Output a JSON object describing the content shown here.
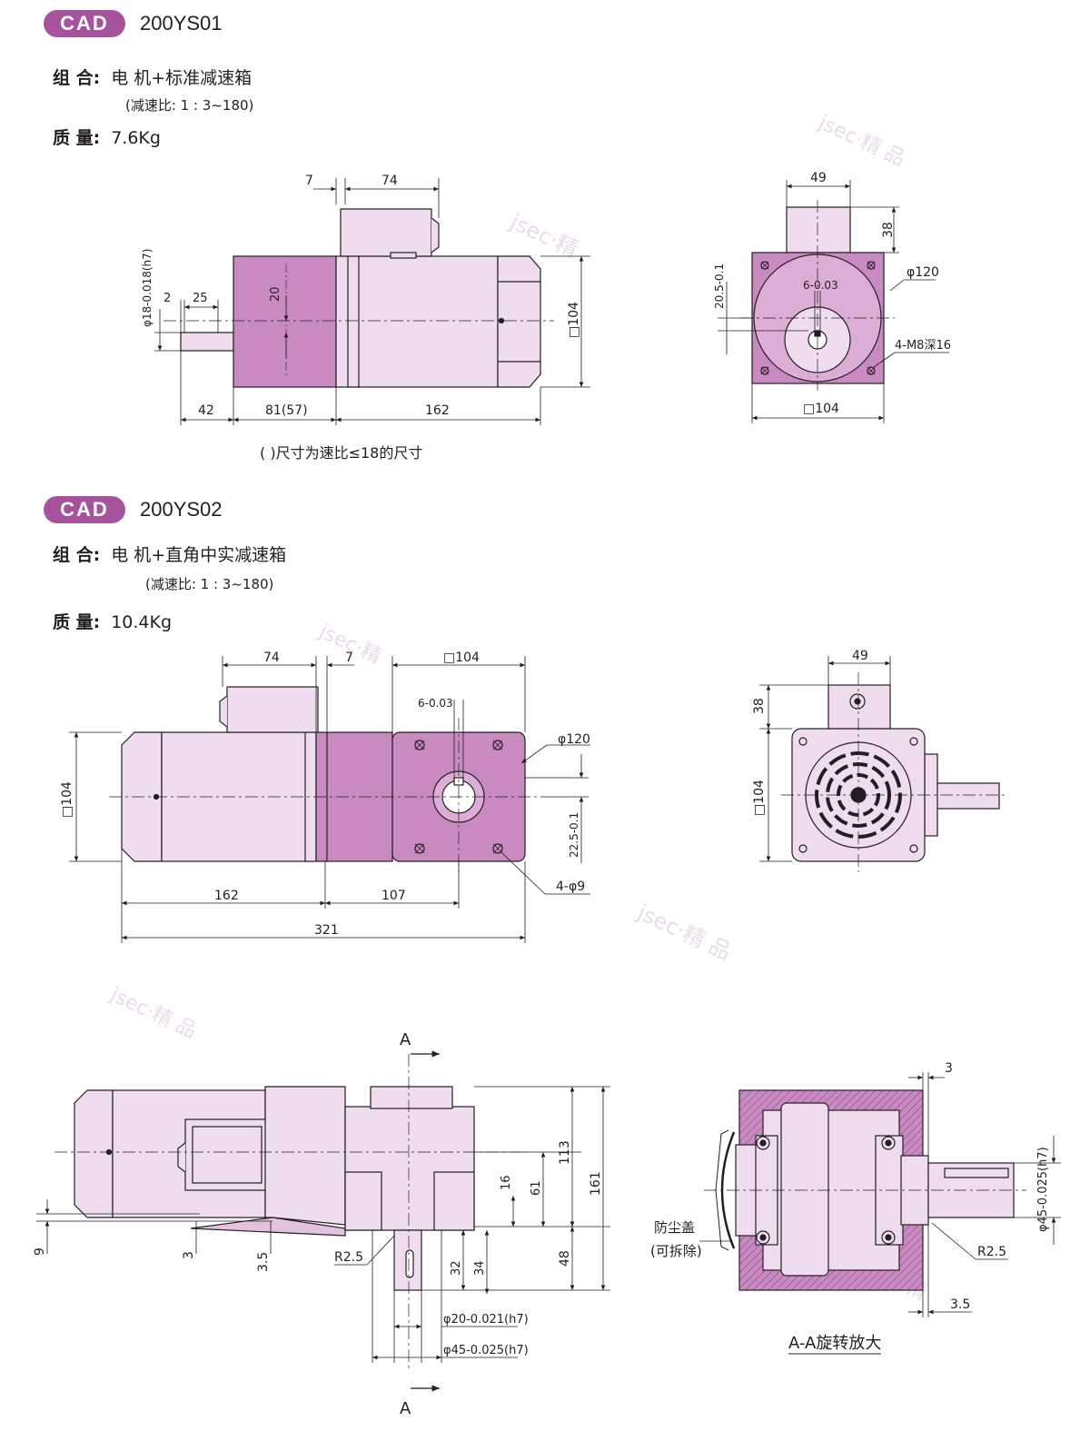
{
  "models": [
    {
      "badge": "CAD",
      "model": "200YS01",
      "combo_label": "组 合:",
      "combo_value": "电 机+标准减速箱",
      "ratio": "(减速比: 1 : 3~180)",
      "mass_label": "质 量:",
      "mass_value": "7.6Kg"
    },
    {
      "badge": "CAD",
      "model": "200YS02",
      "combo_label": "组 合:",
      "combo_value": "电 机+直角中实减速箱",
      "ratio": "(减速比: 1 : 3~180)",
      "mass_label": "质 量:",
      "mass_value": "10.4Kg"
    }
  ],
  "drawing1": {
    "side": {
      "d_top_7": "7",
      "d_top_74": "74",
      "d_shaft_dia": "φ18-0.018(h7)",
      "d_2": "2",
      "d_25": "25",
      "d_20": "20",
      "d_104": "□104",
      "d_42": "42",
      "d_81_57": "81(57)",
      "d_162": "162"
    },
    "note": "( )尺寸为速比≤18的尺寸",
    "front": {
      "d_49": "49",
      "d_38": "38",
      "d_120": "φ120",
      "d_6": "6-0.03",
      "d_20_5": "20.5-0.1",
      "d_holes": "4-M8深16",
      "d_104": "□104"
    }
  },
  "drawing2": {
    "side": {
      "d_74": "74",
      "d_7": "7",
      "d_104_top": "□104",
      "d_6": "6-0.03",
      "d_120": "φ120",
      "d_104_left": "□104",
      "d_22_5": "22.5-0.1",
      "d_holes": "4-φ9",
      "d_162": "162",
      "d_107": "107",
      "d_321": "321"
    },
    "end": {
      "d_49": "49",
      "d_38": "38",
      "d_104": "□104"
    }
  },
  "drawing3": {
    "section_marker_top": "A",
    "section_marker_bottom": "A",
    "side": {
      "d_113": "113",
      "d_161": "161",
      "d_16": "16",
      "d_61": "61",
      "d_48": "48",
      "d_9": "9",
      "d_3": "3",
      "d_3_5": "3.5",
      "d_r2_5": "R2.5",
      "d_32": "32",
      "d_34": "34",
      "d_shaft20": "φ20-0.021(h7)",
      "d_shaft45": "φ45-0.025(h7)"
    },
    "section": {
      "d_3": "3",
      "cover_label": "防尘盖",
      "cover_sub": "(可拆除)",
      "d_r2_5": "R2.5",
      "d_3_5": "3.5",
      "d_shaft45": "φ45-0.025(h7)",
      "caption": "A-A旋转放大"
    }
  },
  "colors": {
    "badge": "#a7529c",
    "housing_dark": "#c98ac2",
    "housing_light": "#f0dcef",
    "line": "#231f20"
  }
}
